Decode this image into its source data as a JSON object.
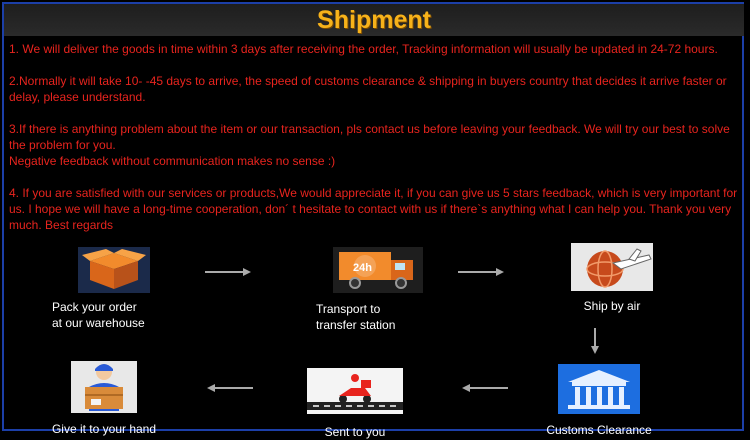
{
  "header": {
    "title": "Shipment"
  },
  "notes": {
    "n1": "1. We will deliver the goods in time within 3 days after receiving the order,  Tracking information will usually be updated in 24-72 hours.",
    "n2": "2.Normally it will take 10- -45 days to arrive, the speed of customs clearance & shipping in buyers country that decides it arrive faster or delay, please understand.",
    "n3a": "3.If there is anything problem about the item or our transaction, pls contact us before leaving your feedback. We will try our best to solve the problem for you.",
    "n3b": "Negative feedback without communication makes no sense :)",
    "n4": "4. If you are satisfied with our services or products,We would appreciate it, if you can give us 5 stars feedback, which is very important for us. I hope we will have a long-time cooperation, don´ t hesitate to contact with us if there`s anything what I can help you. Thank you very much. Best regards"
  },
  "steps": {
    "pack": {
      "line1": "Pack your order",
      "line2": "at our warehouse"
    },
    "transport": {
      "line1": "Transport to",
      "line2": "transfer station",
      "badge": "24h"
    },
    "air": {
      "label": "Ship by air"
    },
    "customs": {
      "label": "Customs Clearance"
    },
    "sent": {
      "label": "Sent to you"
    },
    "give": {
      "label": "Give it to your hand"
    }
  },
  "colors": {
    "title": "#f7b21a",
    "text": "#e8241e",
    "border": "#1c3fa8"
  },
  "icons": [
    "box-icon",
    "delivery-truck-icon",
    "airplane-globe-icon",
    "customs-building-icon",
    "scooter-courier-icon",
    "delivery-man-icon",
    "arrow-right-icon",
    "arrow-down-icon",
    "arrow-left-icon"
  ]
}
